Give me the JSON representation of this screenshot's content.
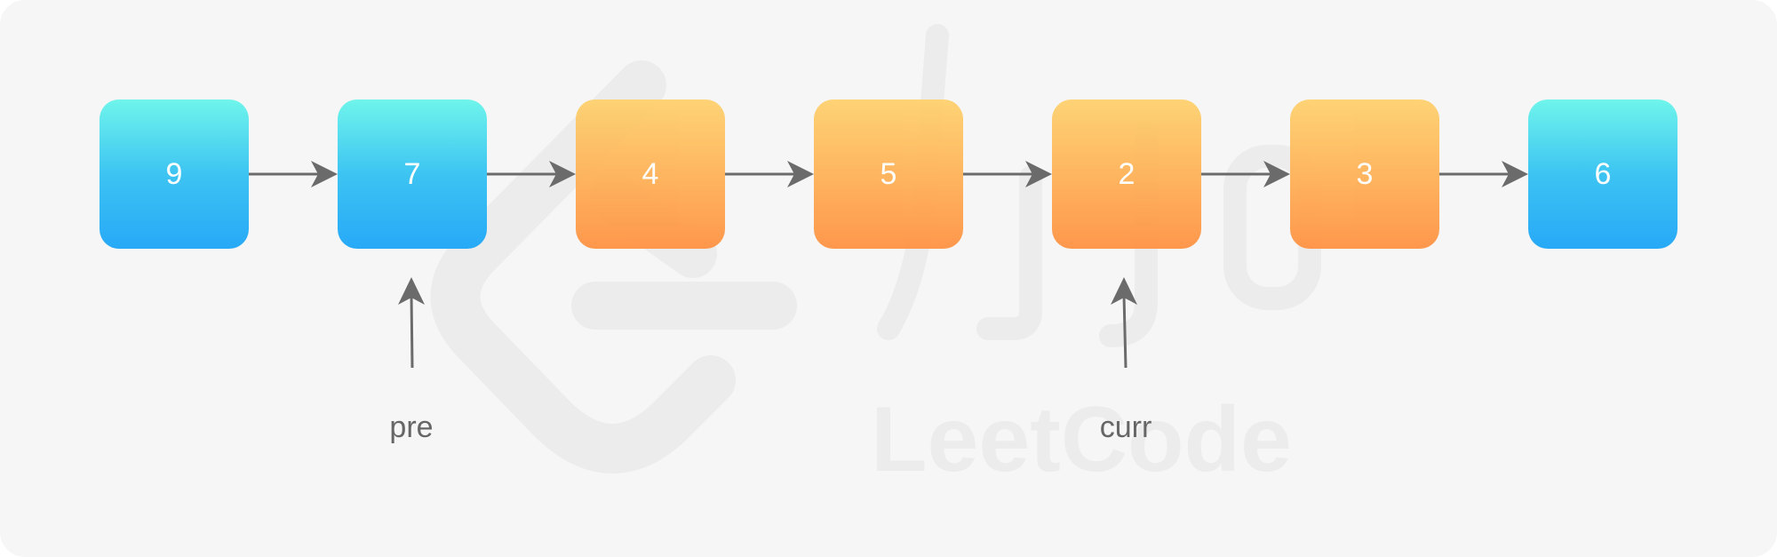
{
  "diagram": {
    "nodes": [
      {
        "value": "9",
        "style": "blue"
      },
      {
        "value": "7",
        "style": "blue"
      },
      {
        "value": "4",
        "style": "orange"
      },
      {
        "value": "5",
        "style": "orange"
      },
      {
        "value": "2",
        "style": "orange"
      },
      {
        "value": "3",
        "style": "orange"
      },
      {
        "value": "6",
        "style": "blue"
      }
    ],
    "pointers": {
      "pre": "pre",
      "curr": "curr"
    },
    "watermark": "LeetCode",
    "colors": {
      "background": "#f6f6f6",
      "blue_top": "#6ff5eb",
      "blue_bottom": "#27a9f7",
      "orange_top": "#fed16d",
      "orange_bottom": "#ff9142",
      "arrow": "#6b6b6b",
      "label": "#666666"
    }
  }
}
